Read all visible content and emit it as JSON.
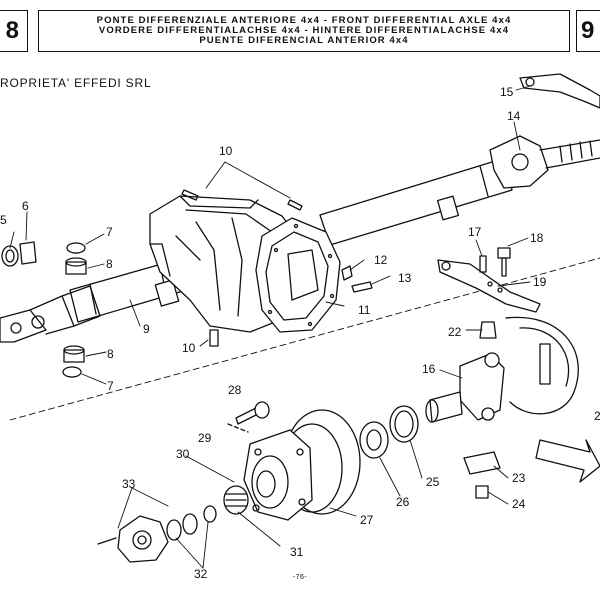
{
  "header": {
    "left_code": "8",
    "right_code": "9",
    "title_lines": [
      "PONTE DIFFERENZIALE ANTERIORE 4x4 - FRONT DIFFERENTIAL AXLE 4x4",
      "VORDERE DIFFERENTIALACHSE 4x4 - HINTERE DIFFERENTIALACHSE 4x4",
      "PUENTE DIFERENCIAL ANTERIOR 4x4"
    ]
  },
  "owner_note": "ROPRIETA' EFFEDI SRL",
  "page_number": "-76-",
  "part_labels": [
    "5",
    "6",
    "7",
    "8",
    "9",
    "10",
    "10",
    "11",
    "12",
    "13",
    "14",
    "15",
    "16",
    "17",
    "18",
    "19",
    "2",
    "22",
    "23",
    "24",
    "25",
    "26",
    "27",
    "28",
    "29",
    "30",
    "31",
    "32",
    "33",
    "8",
    "7"
  ]
}
